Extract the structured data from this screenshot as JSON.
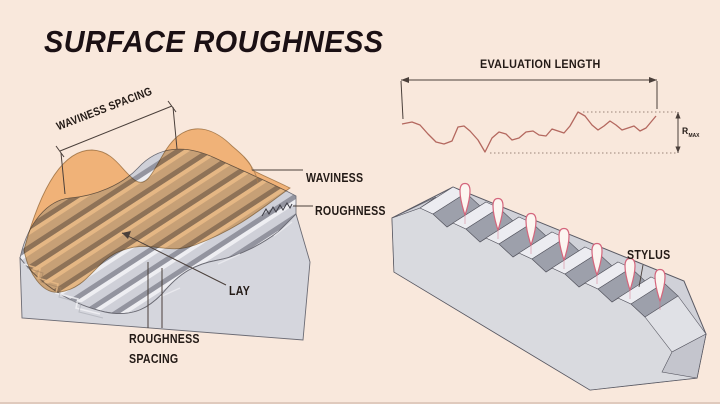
{
  "title": "SURFACE ROUGHNESS",
  "colors": {
    "background": "#f9e8dc",
    "ink": "#231a16",
    "sheet_orange": "#f5be7e",
    "trace_red": "#b4685f",
    "stylus_pink": "#d4657c",
    "metal_light": "#ececf1",
    "metal_mid": "#d5d6dd",
    "metal_dark": "#9da0ab",
    "line": "#4a3f3a"
  },
  "left_diagram": {
    "labels": {
      "waviness_spacing": "WAVINESS SPACING",
      "waviness": "WAVINESS",
      "roughness": "ROUGHNESS",
      "lay": "LAY",
      "roughness_spacing": "ROUGHNESS SPACING"
    }
  },
  "right_diagram": {
    "labels": {
      "evaluation_length": "EVALUATION LENGTH",
      "r_max_symbol": "R",
      "r_max_subscript": "MAX",
      "stylus": "STYLUS"
    }
  }
}
